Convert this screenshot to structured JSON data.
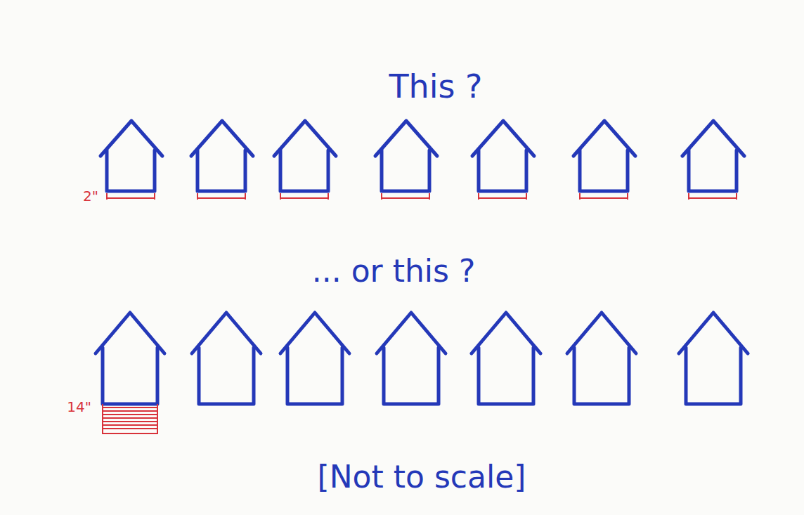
{
  "diagram": {
    "labels": [
      "This ?",
      "2\"",
      "... or this ?",
      "14\"",
      "[Not to scale]"
    ]
  }
}
